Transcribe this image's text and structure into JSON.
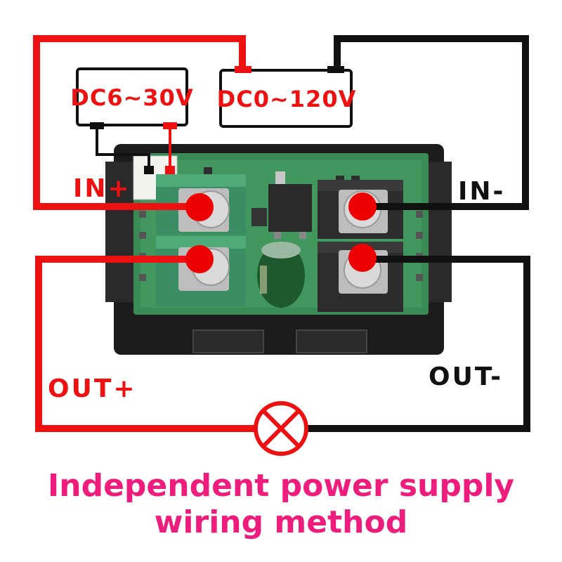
{
  "supply_box_1": "DC6~30V",
  "supply_box_2": "DC0~120V",
  "terminals": {
    "in_plus": "IN+",
    "in_minus": "IN-",
    "out_plus": "OUT+",
    "out_minus": "OUT-"
  },
  "caption": {
    "line1": "Independent power supply",
    "line2": "wiring method"
  },
  "colors": {
    "positive_wire": "#ee1111",
    "negative_wire": "#111111",
    "caption": "#ee1c7c",
    "terminal_dot": "#ee0000"
  }
}
